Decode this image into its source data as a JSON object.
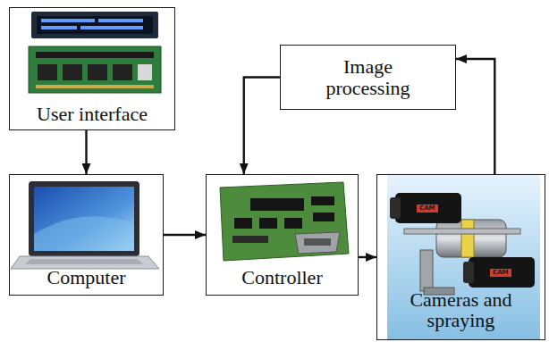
{
  "diagram": {
    "nodes": [
      {
        "text": [
          "User interface"
        ]
      },
      {
        "text": [
          "Image processing"
        ]
      },
      {
        "text": [
          "Computer"
        ]
      },
      {
        "text": [
          "Controller"
        ]
      },
      {
        "text": [
          "Cameras and spraying"
        ]
      }
    ],
    "edges": [
      {
        "from": 0,
        "to": 2,
        "arrow": "to"
      },
      {
        "from": 2,
        "to": 3,
        "arrow": "to"
      },
      {
        "from": 3,
        "to": 4,
        "arrow": "to"
      },
      {
        "from": 4,
        "to": 1,
        "arrow": "to"
      },
      {
        "from": 1,
        "to": 3,
        "arrow": "to"
      }
    ],
    "labels": [
      "CAM",
      "CAM"
    ]
  }
}
